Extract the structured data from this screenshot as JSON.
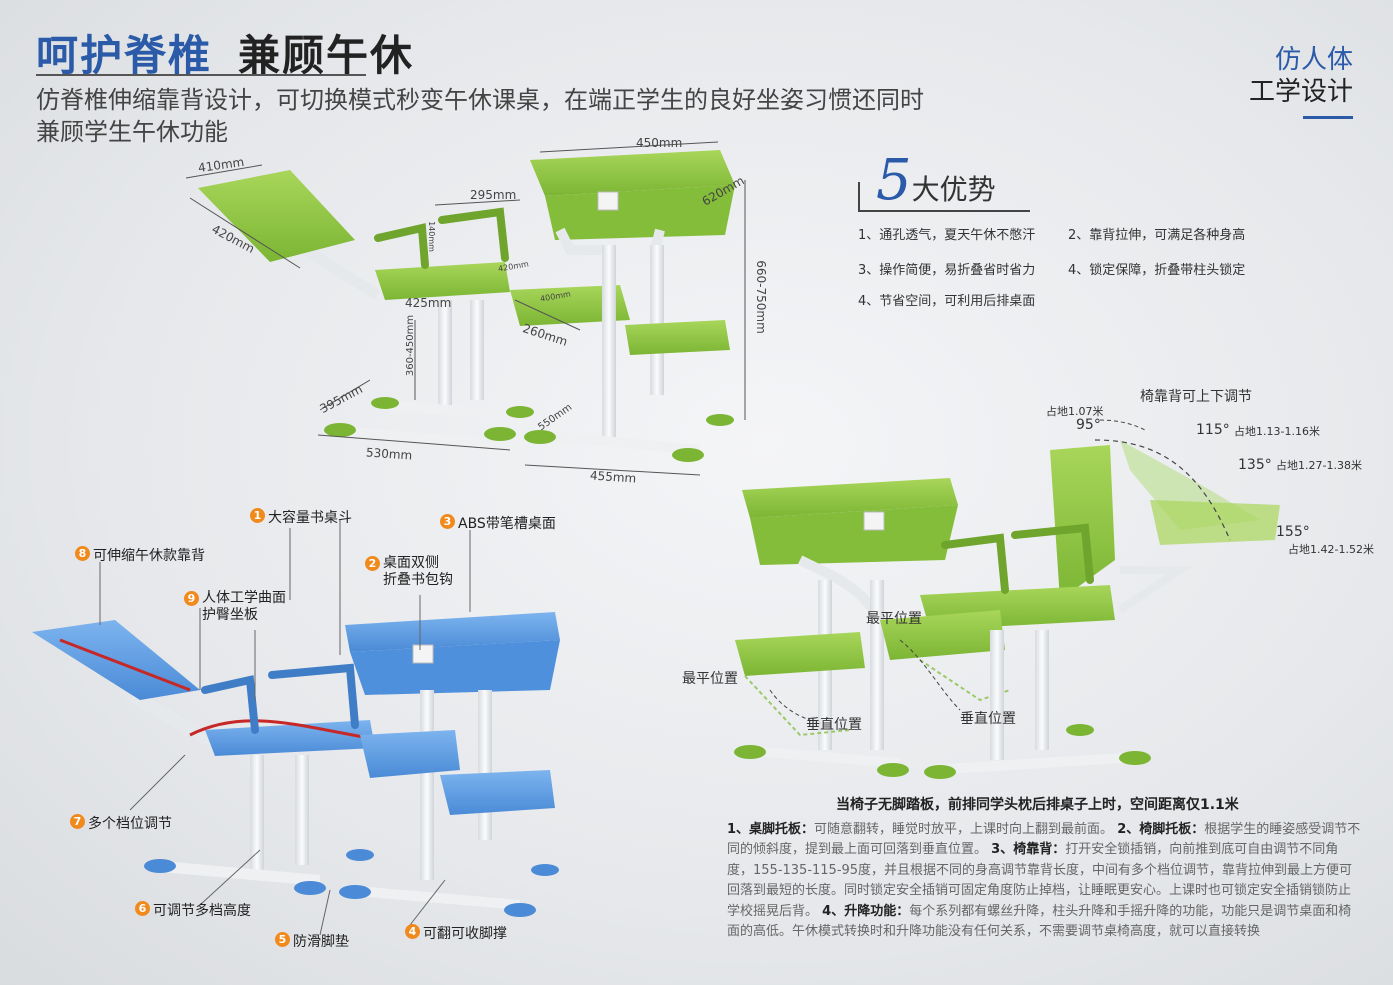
{
  "header": {
    "title_a": "呵护脊椎",
    "title_b": "兼顾午休",
    "subtitle": "仿脊椎伸缩靠背设计，可切换模式秒变午休课桌，在端正学生的良好坐姿习惯还同时兼顾学生午休功能"
  },
  "tag": {
    "line1": "仿人体",
    "line2": "工学设计"
  },
  "advantages": {
    "num": "5",
    "title": "大优势",
    "items": [
      "1、通孔透气，夏天午休不憋汗",
      "2、靠背拉伸，可满足各种身高",
      "3、操作简便，易折叠省时省力",
      "4、锁定保障，折叠带柱头锁定",
      "4、节省空间，可利用后排桌面"
    ]
  },
  "dims": {
    "d410": "410mm",
    "d420": "420mm",
    "d295": "295mm",
    "d450": "450mm",
    "d620": "620mm",
    "d660": "660-750mm",
    "d425": "425mm",
    "d260": "260mm",
    "d360": "360-450mm",
    "d395": "395mm",
    "d530": "530mm",
    "d455": "455mm",
    "d550": "550mm",
    "d420b": "420mm",
    "d400": "400mm",
    "d140": "140mm"
  },
  "features": [
    {
      "n": "1",
      "t": "大容量书桌斗"
    },
    {
      "n": "3",
      "t": "ABS带笔槽桌面"
    },
    {
      "n": "8",
      "t": "可伸缩午休款靠背"
    },
    {
      "n": "2",
      "t": "桌面双侧",
      "t2": "折叠书包钩"
    },
    {
      "n": "9",
      "t": "人体工学曲面",
      "t2": "护臀坐板"
    },
    {
      "n": "7",
      "t": "多个档位调节"
    },
    {
      "n": "6",
      "t": "可调节多档高度"
    },
    {
      "n": "5",
      "t": "防滑脚垫"
    },
    {
      "n": "4",
      "t": "可翻可收脚撑"
    }
  ],
  "recline": {
    "top_label": "椅靠背可上下调节",
    "a95": "95°",
    "a95h": "占地1.07米",
    "a115": "115°",
    "a115h": "占地1.13-1.16米",
    "a135": "135°",
    "a135h": "占地1.27-1.38米",
    "a155": "155°",
    "a155h": "占地1.42-1.52米",
    "flat1": "最平位置",
    "flat2": "最平位置",
    "vert1": "垂直位置",
    "vert2": "垂直位置"
  },
  "caption": "当椅子无脚踏板，前排同学头枕后排桌子上时，空间距离仅1.1米",
  "description": [
    {
      "b": "1、桌脚托板：",
      "t": "可随意翻转，睡觉时放平，上课时向上翻到最前面。"
    },
    {
      "b": "2、椅脚托板：",
      "t": "根据学生的睡姿感受调节不同的倾斜度，提到最上面可回落到垂直位置。"
    },
    {
      "b": "3、椅靠背：",
      "t": "打开安全锁插销，向前推到底可自由调节不同角度，155-135-115-95度，并且根据不同的身高调节靠背长度，中间有多个档位调节，靠背拉伸到最上方便可回落到最短的长度。同时锁定安全插销可固定角度防止掉档，让睡眠更安心。上课时也可锁定安全插销锁防止学校摇晃后背。"
    },
    {
      "b": "4、升降功能：",
      "t": "每个系列都有螺丝升降，柱头升降和手摇升降的功能，功能只是调节桌面和椅面的高低。午休模式转换时和升降功能没有任何关系，不需要调节桌椅高度，就可以直接转换"
    }
  ],
  "colors": {
    "green": "#8cc63f",
    "blue": "#5b9be0",
    "frame": "#e9ecef",
    "accent": "#2a5aa8",
    "orange": "#f08a1c"
  }
}
